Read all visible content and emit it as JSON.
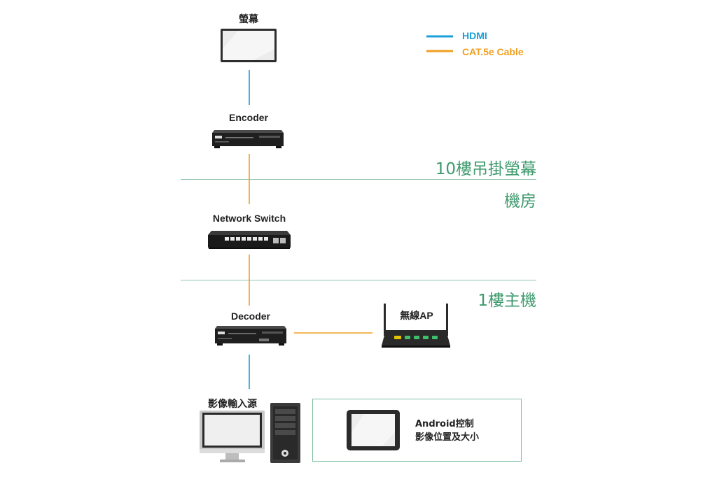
{
  "legend": {
    "hdmi_label": "HDMI",
    "cat_label": "CAT.5e Cable",
    "hdmi_color": "#1aa0d8",
    "cat_color": "#f0a020"
  },
  "zone_color": "#3f9a6e",
  "zones": {
    "floor10": "10樓吊掛螢幕",
    "server_room": "機房",
    "floor1": "1樓主機"
  },
  "devices": {
    "monitor": "螢幕",
    "encoder": "Encoder",
    "switch": "Network Switch",
    "decoder": "Decoder",
    "wireless_ap": "無線AP",
    "video_source": "影像輸入源"
  },
  "control_note": {
    "line1": "Android控制",
    "line2": "影像位置及大小"
  },
  "icons": [
    "monitor-icon",
    "encoder-icon",
    "network-switch-icon",
    "decoder-icon",
    "wireless-ap-icon",
    "desktop-monitor-icon",
    "pc-tower-icon",
    "tablet-icon"
  ]
}
